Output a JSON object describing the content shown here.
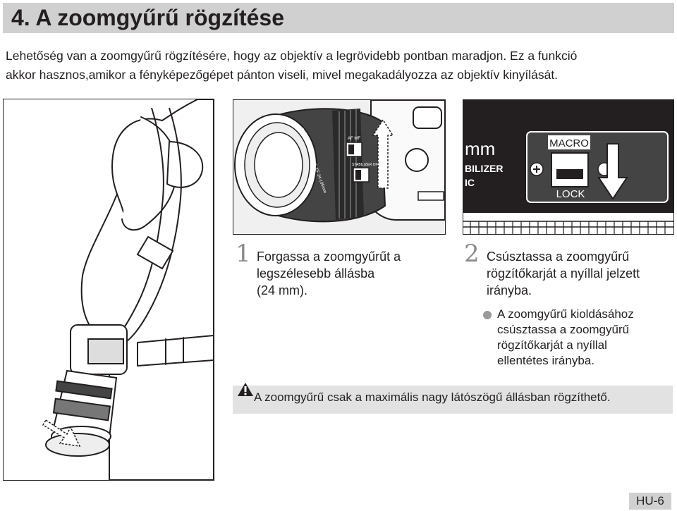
{
  "header": {
    "title": "4. A zoomgyűrű rögzítése"
  },
  "intro": {
    "lines": [
      "Lehetőség van a zoomgyűrű rögzítésére, hogy az objektív a legrövidebb pontban maradjon. Ez a funkció",
      "akkor hasznos,amikor a fényképezőgépet pánton viseli, mivel megakadályozza az objektív kinyílását."
    ]
  },
  "illustrations": {
    "lens_panel": {
      "lens_ring_text": "CANON ZOOM LENS EF 24-105mm",
      "af_mf": "AF MF",
      "stabilizer": "STABILIZER ON OFF"
    },
    "macro_panel": {
      "partial_mm": "mm",
      "partial_stabilizer": "BILIZER",
      "partial_ic": "IC",
      "macro_label": "MACRO",
      "lock_label": "LOCK"
    }
  },
  "steps": [
    {
      "number": "1",
      "lines": [
        "Forgassa a zoomgyűrűt a",
        "legszélesebb állásba",
        "(24 mm)."
      ]
    },
    {
      "number": "2",
      "lines": [
        "Csúsztassa a zoomgyűrű",
        "rögzítőkarját a nyíllal jelzett",
        "irányba."
      ],
      "sub_lines": [
        "A zoomgyűrű kioldásához",
        "csúsztassa a zoomgyűrű",
        "rögzítőkarját a nyíllal",
        "ellentétes irányba."
      ]
    }
  ],
  "note": {
    "text": "A zoomgyűrű csak a maximális nagy látószögű állásban rögzíthető."
  },
  "footer": {
    "page": "HU-6"
  }
}
